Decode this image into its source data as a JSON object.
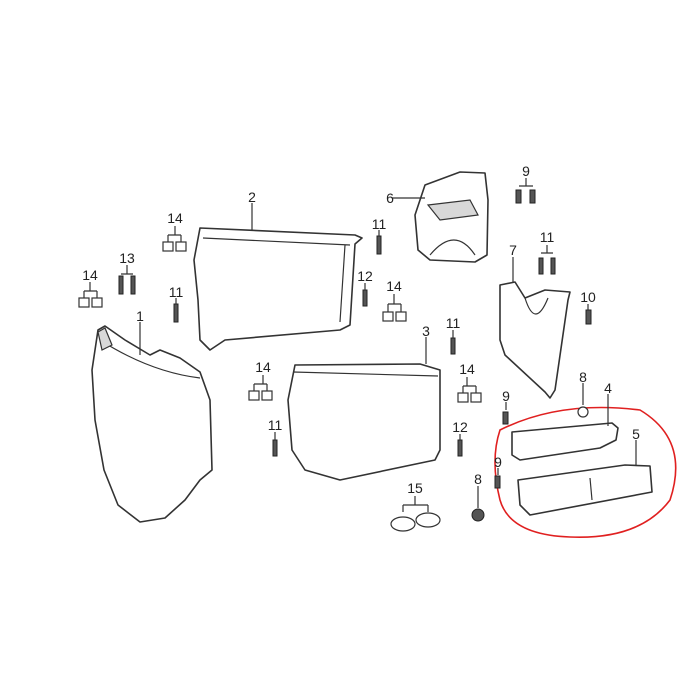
{
  "diagram": {
    "callouts": {
      "part_1": "1",
      "part_2": "2",
      "part_3": "3",
      "part_4": "4",
      "part_5": "5",
      "part_6": "6",
      "part_7": "7",
      "part_8": "8",
      "part_9": "9",
      "part_10": "10",
      "part_11": "11",
      "part_12": "12",
      "part_13": "13",
      "part_14": "14",
      "part_15": "15"
    },
    "highlight_color": "#e02020"
  }
}
